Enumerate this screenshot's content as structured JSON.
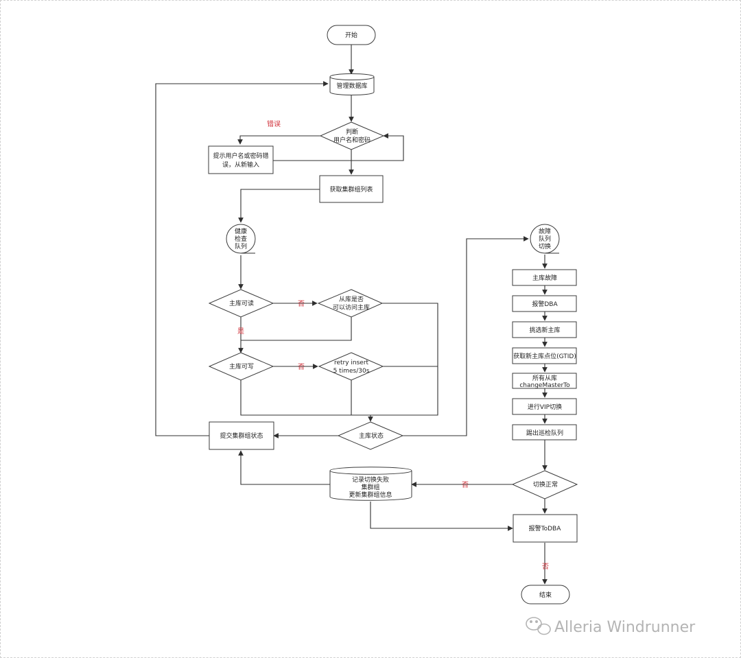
{
  "nodes": {
    "start": "开始",
    "manage_db": "管理数据库",
    "check_user_1": "判断",
    "check_user_2": "用户名和密码",
    "err_tip_1": "提示用户名或密码错",
    "err_tip_2": "误，从新输入",
    "get_cluster_list": "获取集群组列表",
    "health_queue_1": "健康",
    "health_queue_2": "检查",
    "health_queue_3": "队列",
    "master_readable": "主库可读",
    "slave_access_1": "从库是否",
    "slave_access_2": "可以访问主库",
    "master_writable": "主库可写",
    "retry_1": "retry insert",
    "retry_2": "5 times/30s",
    "master_status": "主库状态",
    "submit_status": "提交集群组状态",
    "fault_queue_1": "故障",
    "fault_queue_2": "队列",
    "fault_queue_3": "切换",
    "master_fault": "主库故障",
    "alert_dba": "报警DBA",
    "pick_new_master": "挑选新主库",
    "get_position": "获取新主库点位(GTID)",
    "all_slaves_1": "所有从库",
    "all_slaves_2": "changeMasterTo",
    "vip_switch": "进行VIP切换",
    "kick_queue": "踢出巡检队列",
    "switch_ok": "切换正常",
    "record_fail_1": "记录切换失败",
    "record_fail_2": "集群组",
    "record_fail_3": "更新集群组信息",
    "alert_to_dba": "报警ToDBA",
    "end": "结束"
  },
  "edge_labels": {
    "error": "错误",
    "no_readable": "否",
    "yes_readable": "是",
    "no_writable": "否",
    "no_switch": "否",
    "no_end": "否"
  },
  "watermark": "Alleria Windrunner",
  "colors": {
    "accent_red": "#d0313a",
    "stroke": "#2f2f2f",
    "watermark": "#b4b4b4"
  }
}
